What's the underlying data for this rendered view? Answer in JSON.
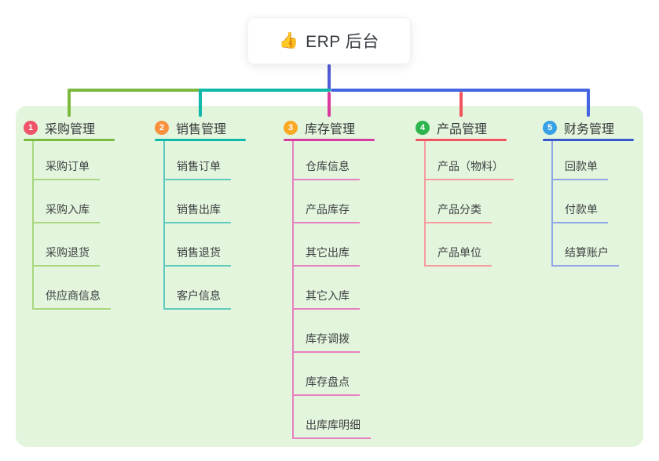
{
  "root": {
    "icon": "👍",
    "label": "ERP 后台"
  },
  "branches": [
    {
      "num": "1",
      "label": "采购管理",
      "badge_color": "#ef5368",
      "line_color": "#7cb93f",
      "light_line_color": "#a9d77f",
      "children": [
        "采购订单",
        "采购入库",
        "采购退货",
        "供应商信息"
      ]
    },
    {
      "num": "2",
      "label": "销售管理",
      "badge_color": "#f7913e",
      "line_color": "#0fb8a9",
      "light_line_color": "#5fcabe",
      "children": [
        "销售订单",
        "销售出库",
        "销售退货",
        "客户信息"
      ]
    },
    {
      "num": "3",
      "label": "库存管理",
      "badge_color": "#f9a825",
      "line_color": "#d83a9d",
      "light_line_color": "#e87fc0",
      "children": [
        "仓库信息",
        "产品库存",
        "其它出库",
        "其它入库",
        "库存调拨",
        "库存盘点",
        "出库库明细"
      ]
    },
    {
      "num": "4",
      "label": "产品管理",
      "badge_color": "#2db54d",
      "line_color": "#f2555d",
      "light_line_color": "#f79aa0",
      "children": [
        "产品（物料）",
        "产品分类",
        "产品单位"
      ]
    },
    {
      "num": "5",
      "label": "财务管理",
      "badge_color": "#38a1e6",
      "line_color": "#3a57cc",
      "light_line_color": "#90a6e8",
      "children": [
        "回款单",
        "付款单",
        "结算账户"
      ]
    }
  ],
  "colors": {
    "canvas_background": "#e3f6dd",
    "root_connector": "#515ad7",
    "right_connector": "#4464e1"
  }
}
